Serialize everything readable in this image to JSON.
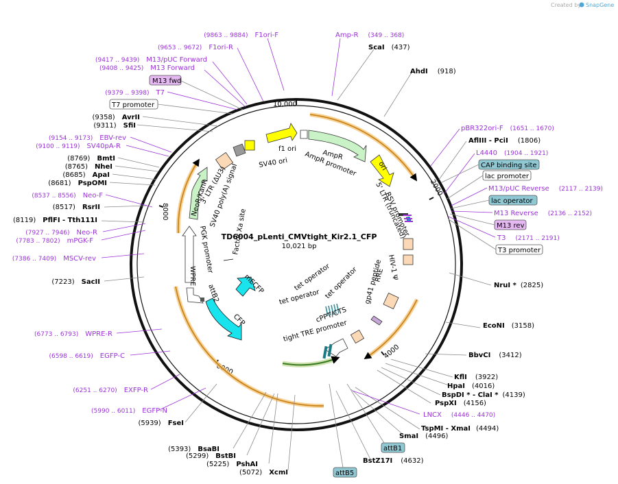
{
  "credit": {
    "prefix": "Created by",
    "brand": "SnapGene"
  },
  "plasmid": {
    "name": "TD6004_pLenti_CMVtight_Kir2.1_CFP",
    "size": "10,021 bp"
  },
  "ticks": [
    "10,000",
    "2000",
    "4000",
    "6000",
    "8000"
  ],
  "enzymes": [
    {
      "name": "ScaI",
      "pos": "(437)"
    },
    {
      "name": "AhdI",
      "pos": "(918)"
    },
    {
      "name": "AflIII  -  PciI",
      "pos": "(1806)"
    },
    {
      "name": "NruI *",
      "pos": "(2825)"
    },
    {
      "name": "EcoNI",
      "pos": "(3158)"
    },
    {
      "name": "BbvCI",
      "pos": "(3412)"
    },
    {
      "name": "KflI",
      "pos": "(3922)"
    },
    {
      "name": "HpaI",
      "pos": "(4016)"
    },
    {
      "name": "BspDI *  -  ClaI *",
      "pos": "(4139)"
    },
    {
      "name": "PspXI",
      "pos": "(4156)"
    },
    {
      "name": "TspMI  -  XmaI",
      "pos": "(4494)"
    },
    {
      "name": "SmaI",
      "pos": "(4496)"
    },
    {
      "name": "BstZ17I",
      "pos": "(4632)"
    },
    {
      "name": "XcmI",
      "pos": "(5072)"
    },
    {
      "name": "PshAI",
      "pos": "(5225)"
    },
    {
      "name": "BstBI",
      "pos": "(5299)"
    },
    {
      "name": "BsaBI",
      "pos": "(5393)"
    },
    {
      "name": "FseI",
      "pos": "(5939)"
    },
    {
      "name": "SacII",
      "pos": "(7223)"
    },
    {
      "name": "PflFI  -  Tth111I",
      "pos": "(8119)"
    },
    {
      "name": "RsrII",
      "pos": "(8517)"
    },
    {
      "name": "PspOMI",
      "pos": "(8681)"
    },
    {
      "name": "ApaI",
      "pos": "(8685)"
    },
    {
      "name": "NheI",
      "pos": "(8765)"
    },
    {
      "name": "BmtI",
      "pos": "(8769)"
    },
    {
      "name": "SfiI",
      "pos": "(9311)"
    },
    {
      "name": "AvrII",
      "pos": "(9358)"
    }
  ],
  "primers": [
    {
      "name": "F1ori-F",
      "pos": "(9863 .. 9884)"
    },
    {
      "name": "F1ori-R",
      "pos": "(9653 .. 9672)"
    },
    {
      "name": "M13/pUC Forward",
      "pos": "(9417 .. 9439)"
    },
    {
      "name": "M13 Forward",
      "pos": "(9408 .. 9425)"
    },
    {
      "name": "T7",
      "pos": "(9379 .. 9398)"
    },
    {
      "name": "EBV-rev",
      "pos": "(9154 .. 9173)"
    },
    {
      "name": "SV40pA-R",
      "pos": "(9100 .. 9119)"
    },
    {
      "name": "Neo-F",
      "pos": "(8537 .. 8556)"
    },
    {
      "name": "Neo-R",
      "pos": "(7927 .. 7946)"
    },
    {
      "name": "mPGK-F",
      "pos": "(7783 .. 7802)"
    },
    {
      "name": "MSCV-rev",
      "pos": "(7386 .. 7409)"
    },
    {
      "name": "WPRE-R",
      "pos": "(6773 .. 6793)"
    },
    {
      "name": "EGFP-C",
      "pos": "(6598 .. 6619)"
    },
    {
      "name": "EXFP-R",
      "pos": "(6251 .. 6270)"
    },
    {
      "name": "EGFP-N",
      "pos": "(5990 .. 6011)"
    },
    {
      "name": "Amp-R",
      "pos": "(349 .. 368)"
    },
    {
      "name": "pBR322ori-F",
      "pos": "(1651 .. 1670)"
    },
    {
      "name": "L4440",
      "pos": "(1904 .. 1921)"
    },
    {
      "name": "M13/pUC Reverse",
      "pos": "(2117 .. 2139)"
    },
    {
      "name": "M13 Reverse",
      "pos": "(2136 .. 2152)"
    },
    {
      "name": "T3",
      "pos": "(2171 .. 2191)"
    },
    {
      "name": "LNCX",
      "pos": "(4446 .. 4470)"
    }
  ],
  "boxes": [
    "M13 fwd",
    "T7 promoter",
    "CAP binding site",
    "lac promoter",
    "lac operator",
    "M13 rev",
    "T3 promoter",
    "attB1",
    "attB5"
  ],
  "features": [
    "f1 ori",
    "SV40 ori",
    "AmpR",
    "AmpR promoter",
    "ori",
    "RSV promoter",
    "5' LTR (truncated)",
    "HIV-1 Ψ",
    "RRE",
    "gp41 peptide",
    "cPPT/CTS",
    "tight TRE promoter",
    "tet operator",
    "tet operator",
    "tet operator",
    "mECFP",
    "CFP",
    "attB2",
    "WPRE",
    "PGK promoter",
    "NeoR/KanR",
    "SV40 poly(A) signal",
    "3' LTR (ΔU3)",
    "Factor Xa site"
  ]
}
